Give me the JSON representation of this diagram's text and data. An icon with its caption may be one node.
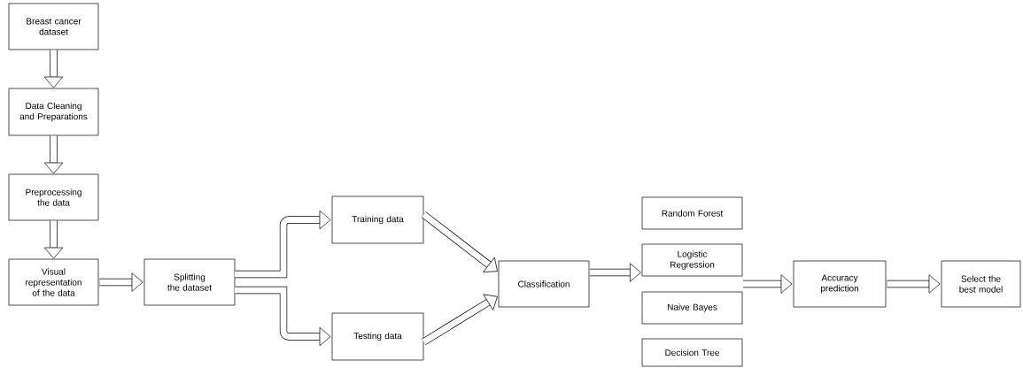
{
  "diagram": {
    "nodes": [
      {
        "text": [
          "Breast cancer dataset"
        ]
      },
      {
        "text": [
          "Data Cleaning and Preparations"
        ]
      },
      {
        "text": [
          "Preprocessing the data"
        ]
      },
      {
        "text": [
          "Visual representation of the data"
        ]
      },
      {
        "text": [
          "Splitting the dataset"
        ]
      },
      {
        "text": [
          "Training data"
        ]
      },
      {
        "text": [
          "Testing data"
        ]
      },
      {
        "text": [
          "Classification"
        ]
      },
      {
        "text": [
          "Random Forest"
        ]
      },
      {
        "text": [
          "Logistic Regression"
        ]
      },
      {
        "text": [
          "Naive Bayes"
        ]
      },
      {
        "text": [
          "Decision Tree"
        ]
      },
      {
        "text": [
          "Accuracy prediction"
        ]
      },
      {
        "text": [
          "Select the best model"
        ]
      }
    ],
    "edges": [
      {
        "from": 0,
        "to": 1,
        "arrow": "to"
      },
      {
        "from": 1,
        "to": 2,
        "arrow": "to"
      },
      {
        "from": 2,
        "to": 3,
        "arrow": "to"
      },
      {
        "from": 3,
        "to": 4,
        "arrow": "to"
      },
      {
        "from": 4,
        "to": 5,
        "arrow": "to"
      },
      {
        "from": 4,
        "to": 6,
        "arrow": "to"
      },
      {
        "from": 5,
        "to": 7,
        "arrow": "to"
      },
      {
        "from": 6,
        "to": 7,
        "arrow": "to"
      },
      {
        "from": 7,
        "to": 9,
        "arrow": "to"
      },
      {
        "from": 9,
        "to": 12,
        "arrow": "to"
      },
      {
        "from": 12,
        "to": 13,
        "arrow": "to"
      }
    ]
  }
}
